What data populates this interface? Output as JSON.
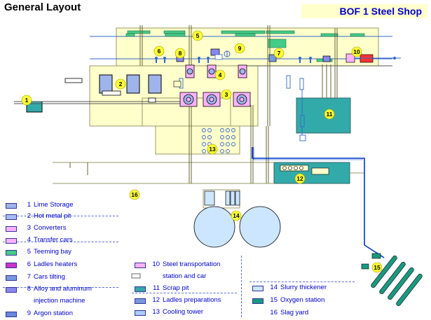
{
  "title": "General Layout",
  "shop_title": "BOF 1 Steel Shop",
  "markers": [
    "1",
    "2",
    "3",
    "4",
    "5",
    "6",
    "7",
    "8",
    "9",
    "10",
    "11",
    "12",
    "13",
    "14",
    "15",
    "16"
  ],
  "legend": [
    {
      "num": "1",
      "label": "Lime Storage",
      "label2": "",
      "color": "#9fb4ea"
    },
    {
      "num": "2",
      "label": "Hot metal pit",
      "label2": "",
      "color": "#a7bdf5"
    },
    {
      "num": "3",
      "label": "Converters",
      "label2": "",
      "color": "#ffb3ff"
    },
    {
      "num": "4",
      "label": "Transfer cars",
      "label2": "",
      "color": "#ffb3ff"
    },
    {
      "num": "5",
      "label": "Teeming bay",
      "label2": "",
      "color": "#44cc88"
    },
    {
      "num": "6",
      "label": "Ladles heaters",
      "label2": "",
      "color": "#cc33cc"
    },
    {
      "num": "7",
      "label": "Cars tilting",
      "label2": "",
      "color": "#7799dd"
    },
    {
      "num": "8",
      "label": "Alloy and aluminum",
      "label2": "injection machine",
      "color": "#8888ee"
    },
    {
      "num": "9",
      "label": "Argon station",
      "label2": "",
      "color": "#6688dd"
    },
    {
      "num": "10",
      "label": "Steel transportation",
      "label2": "station and car",
      "color": "#ffb3ff"
    },
    {
      "num": "11",
      "label": "Scrap pit",
      "label2": "",
      "color": "#33aaaa"
    },
    {
      "num": "12",
      "label": "Ladles preparations",
      "label2": "",
      "color": "#7799dd"
    },
    {
      "num": "13",
      "label": "Cooling tower",
      "label2": "",
      "color": "#aaccff"
    },
    {
      "num": "14",
      "label": "Slurry thickener",
      "label2": "",
      "color": "#cce6ff"
    },
    {
      "num": "15",
      "label": "Oxygen station",
      "label2": "",
      "color": "#1a9a80"
    },
    {
      "num": "16",
      "label": "Slag yard",
      "label2": "",
      "color": ""
    }
  ],
  "colors": {
    "building": "#ffffcc",
    "outline": "#999966",
    "equipment": "#3366cc",
    "marker": "#ffff33",
    "water": "#33aaaa",
    "conveyor": "#44cc88",
    "text_blue": "#0000cc"
  }
}
